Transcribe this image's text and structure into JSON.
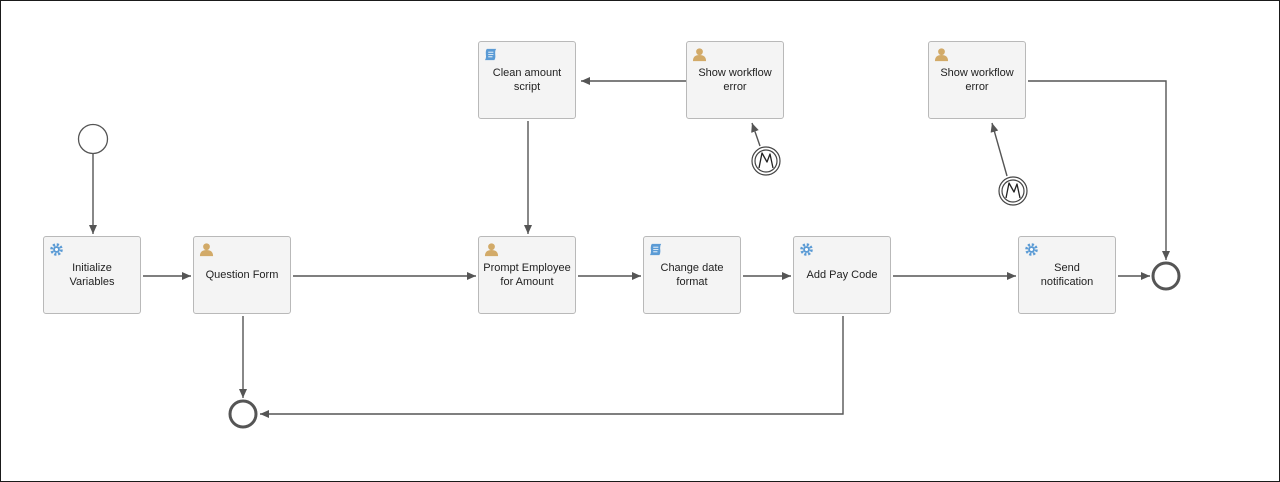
{
  "colors": {
    "edge": "#555555",
    "task_fill": "#f4f4f4",
    "task_border": "#b9b9b9",
    "service_icon": "#5b9bd5",
    "user_icon": "#d2aa68",
    "script_icon": "#5b9bd5"
  },
  "tasks": {
    "initialize_variables": {
      "label": "Initialize\nVariables",
      "icon": "gear-icon"
    },
    "question_form": {
      "label": "Question Form",
      "icon": "user-icon"
    },
    "prompt_employee": {
      "label": "Prompt Employee\nfor Amount",
      "icon": "user-icon"
    },
    "change_date_format": {
      "label": "Change date\nformat",
      "icon": "script-icon"
    },
    "add_pay_code": {
      "label": "Add Pay Code",
      "icon": "gear-icon"
    },
    "send_notification": {
      "label": "Send\nnotification",
      "icon": "gear-icon"
    },
    "clean_amount_script": {
      "label": "Clean amount\nscript",
      "icon": "script-icon"
    },
    "show_workflow_error_1": {
      "label": "Show workflow\nerror",
      "icon": "user-icon"
    },
    "show_workflow_error_2": {
      "label": "Show workflow\nerror",
      "icon": "user-icon"
    }
  },
  "events": {
    "start": {
      "type": "start"
    },
    "end_main": {
      "type": "end"
    },
    "end_cancel": {
      "type": "end"
    },
    "error_1": {
      "type": "error-start",
      "icon": "lightning-icon"
    },
    "error_2": {
      "type": "error-start",
      "icon": "lightning-icon"
    }
  }
}
